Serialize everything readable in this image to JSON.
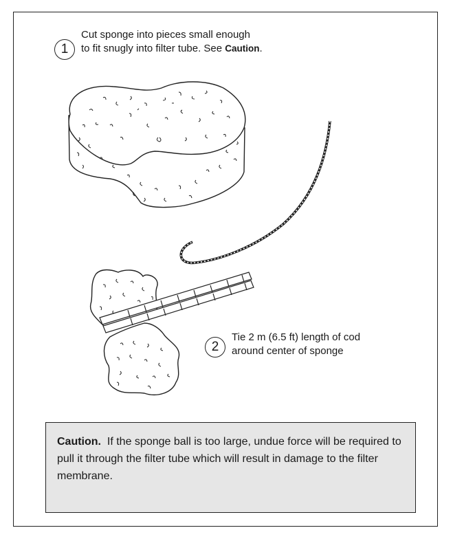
{
  "step1": {
    "number": "1",
    "line1": "Cut sponge into pieces small enough",
    "line2_prefix": "to fit snugly into filter tube. See ",
    "line2_link": "Caution",
    "line2_suffix": "."
  },
  "step2": {
    "number": "2",
    "line1": "Tie 2 m (6.5 ft) length of cod",
    "line2": "around center of sponge"
  },
  "caution": {
    "label": "Caution.",
    "text": "If the sponge ball is too large, undue force will be required to pull it through the filter tube which will result in damage to the filter membrane."
  }
}
